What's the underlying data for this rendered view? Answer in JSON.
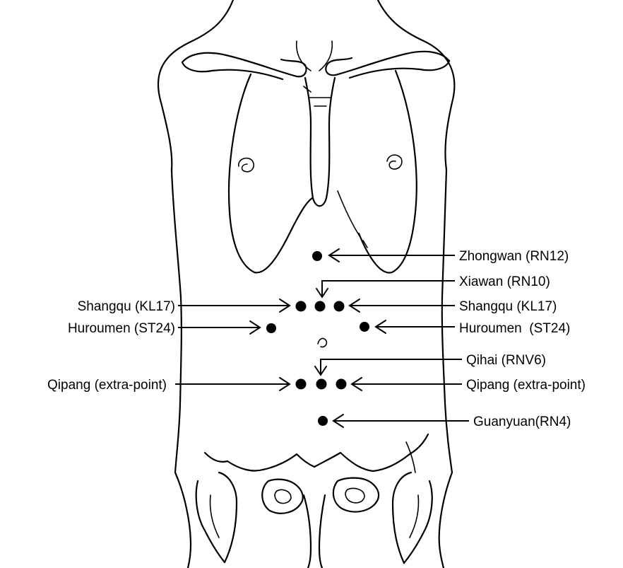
{
  "labels": {
    "zhongwan": "Zhongwan (RN12)",
    "xiawan": "Xiawan (RN10)",
    "shangqu_left": "Shangqu (KL17)",
    "shangqu_right": "Shangqu (KL17)",
    "huroumen_left": "Huroumen (ST24)",
    "huroumen_right": "Huroumen  (ST24)",
    "qihai": "Qihai (RNV6)",
    "qipang_left": "Qipang (extra-point)",
    "qipang_right": "Qipang (extra-point)",
    "guanyuan": "Guanyuan(RN4)"
  },
  "colors": {
    "ink": "#000000",
    "background": "#ffffff"
  }
}
